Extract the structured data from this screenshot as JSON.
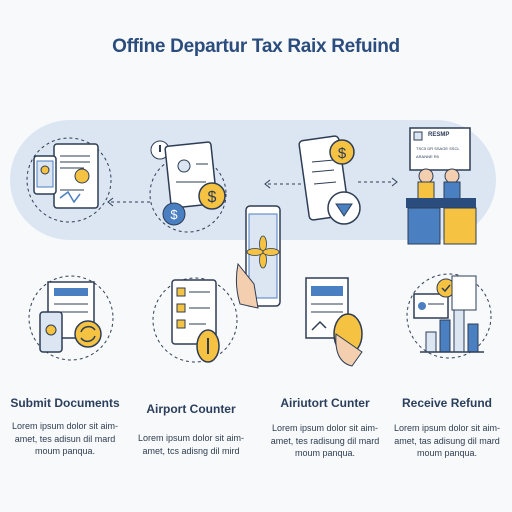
{
  "title": "Offine Departur Tax Raix Refuind",
  "desk_sign": {
    "line1": "RESMP",
    "line2": "TSC5 DR SSAGE SSCL",
    "line3": "ARANNE R5"
  },
  "steps": [
    {
      "label": "Submit Documents",
      "desc": [
        "Lorem ipsum dolor sit aim-",
        "amet, tes adisun dil mard",
        "moum panqua."
      ]
    },
    {
      "label": "Airport Counter",
      "desc": [
        "Lorem ipsum dolor sit aim-",
        "amet, tcs adisng dil mird",
        ""
      ]
    },
    {
      "label": "Airiutort Cunter",
      "desc": [
        "Lorem ipsum dolor sit aim-",
        "amet, tes radisung dil mard",
        "moum panqua."
      ]
    },
    {
      "label": "Receive Refund",
      "desc": [
        "Lorem ipsum dolor sit aim-",
        "amet, tas adisung dil mard",
        "moum panqua."
      ]
    }
  ],
  "colors": {
    "navy": "#2b4d7e",
    "blue": "#4a7fc1",
    "gold": "#f5c242",
    "band": "#dbe6f2",
    "line": "#2e3d55"
  }
}
